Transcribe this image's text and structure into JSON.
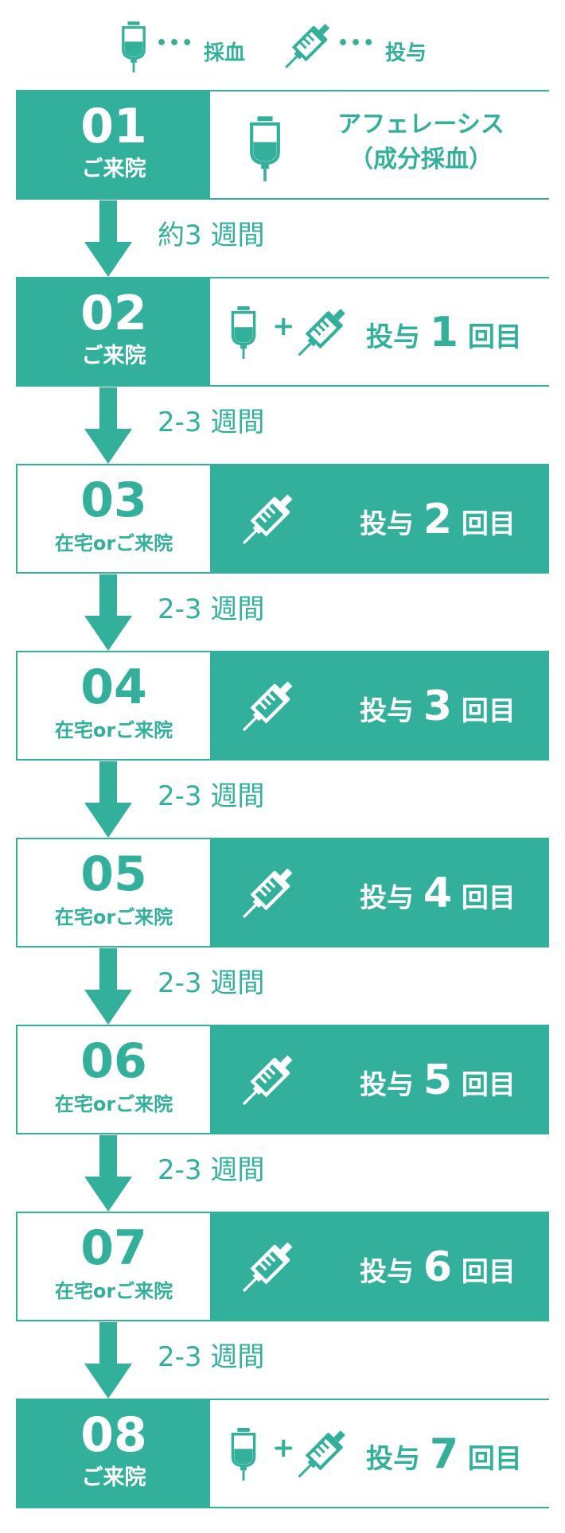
{
  "colors": {
    "accent": "#33b09c",
    "background": "#ffffff"
  },
  "legend": {
    "blood_icon": "blood-bag-icon",
    "blood_dots": "•••",
    "blood_label": "採血",
    "syringe_icon": "syringe-icon",
    "syringe_dots": "•••",
    "syringe_label": "投与"
  },
  "steps": [
    {
      "number": "01",
      "place": "ご来院",
      "type": "visit",
      "line1": "アフェレーシス",
      "line2": "（成分採血）"
    },
    {
      "number": "02",
      "place": "ご来院",
      "type": "visit",
      "plus": "+",
      "dose_prefix": "投与",
      "dose_number": "1",
      "dose_suffix": "回目"
    },
    {
      "number": "03",
      "place": "在宅orご来院",
      "type": "home",
      "dose_prefix": "投与",
      "dose_number": "2",
      "dose_suffix": "回目"
    },
    {
      "number": "04",
      "place": "在宅orご来院",
      "type": "home",
      "dose_prefix": "投与",
      "dose_number": "3",
      "dose_suffix": "回目"
    },
    {
      "number": "05",
      "place": "在宅orご来院",
      "type": "home",
      "dose_prefix": "投与",
      "dose_number": "4",
      "dose_suffix": "回目"
    },
    {
      "number": "06",
      "place": "在宅orご来院",
      "type": "home",
      "dose_prefix": "投与",
      "dose_number": "5",
      "dose_suffix": "回目"
    },
    {
      "number": "07",
      "place": "在宅orご来院",
      "type": "home",
      "dose_prefix": "投与",
      "dose_number": "6",
      "dose_suffix": "回目"
    },
    {
      "number": "08",
      "place": "ご来院",
      "type": "visit",
      "plus": "+",
      "dose_prefix": "投与",
      "dose_number": "7",
      "dose_suffix": "回目"
    }
  ],
  "intervals": [
    "約3 週間",
    "2-3 週間",
    "2-3 週間",
    "2-3 週間",
    "2-3 週間",
    "2-3 週間",
    "2-3 週間"
  ]
}
